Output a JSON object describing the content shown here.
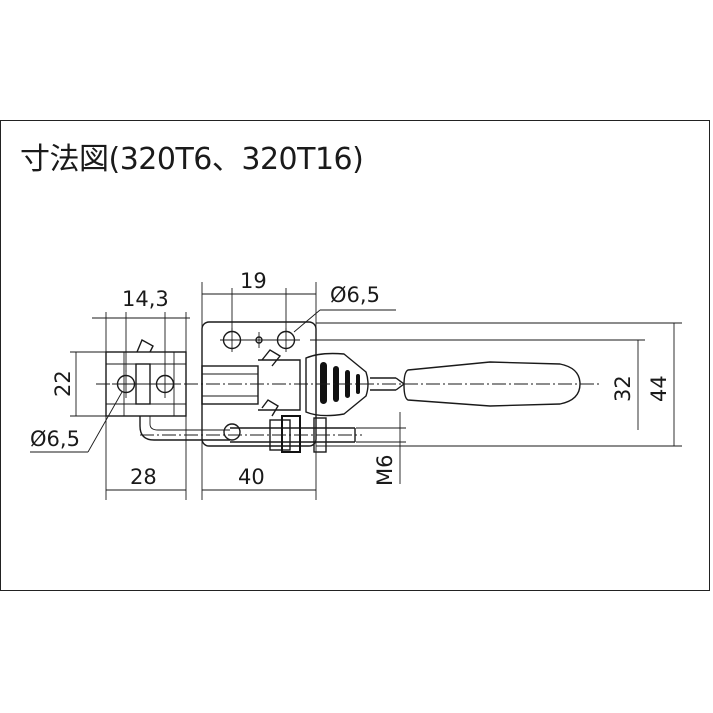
{
  "title": "寸法図(320T6、320T16)",
  "models": [
    "320T6",
    "320T16"
  ],
  "dimensions": {
    "hook_pitch": "14,3",
    "hook_height": "22",
    "hook_hole": "Ø6,5",
    "hook_width": "28",
    "base_pitch": "19",
    "base_hole": "Ø6,5",
    "base_width": "40",
    "thread": "M6",
    "handle_height": "32",
    "overall_height": "44"
  },
  "colors": {
    "line": "#1a1a1a",
    "background": "#ffffff"
  }
}
